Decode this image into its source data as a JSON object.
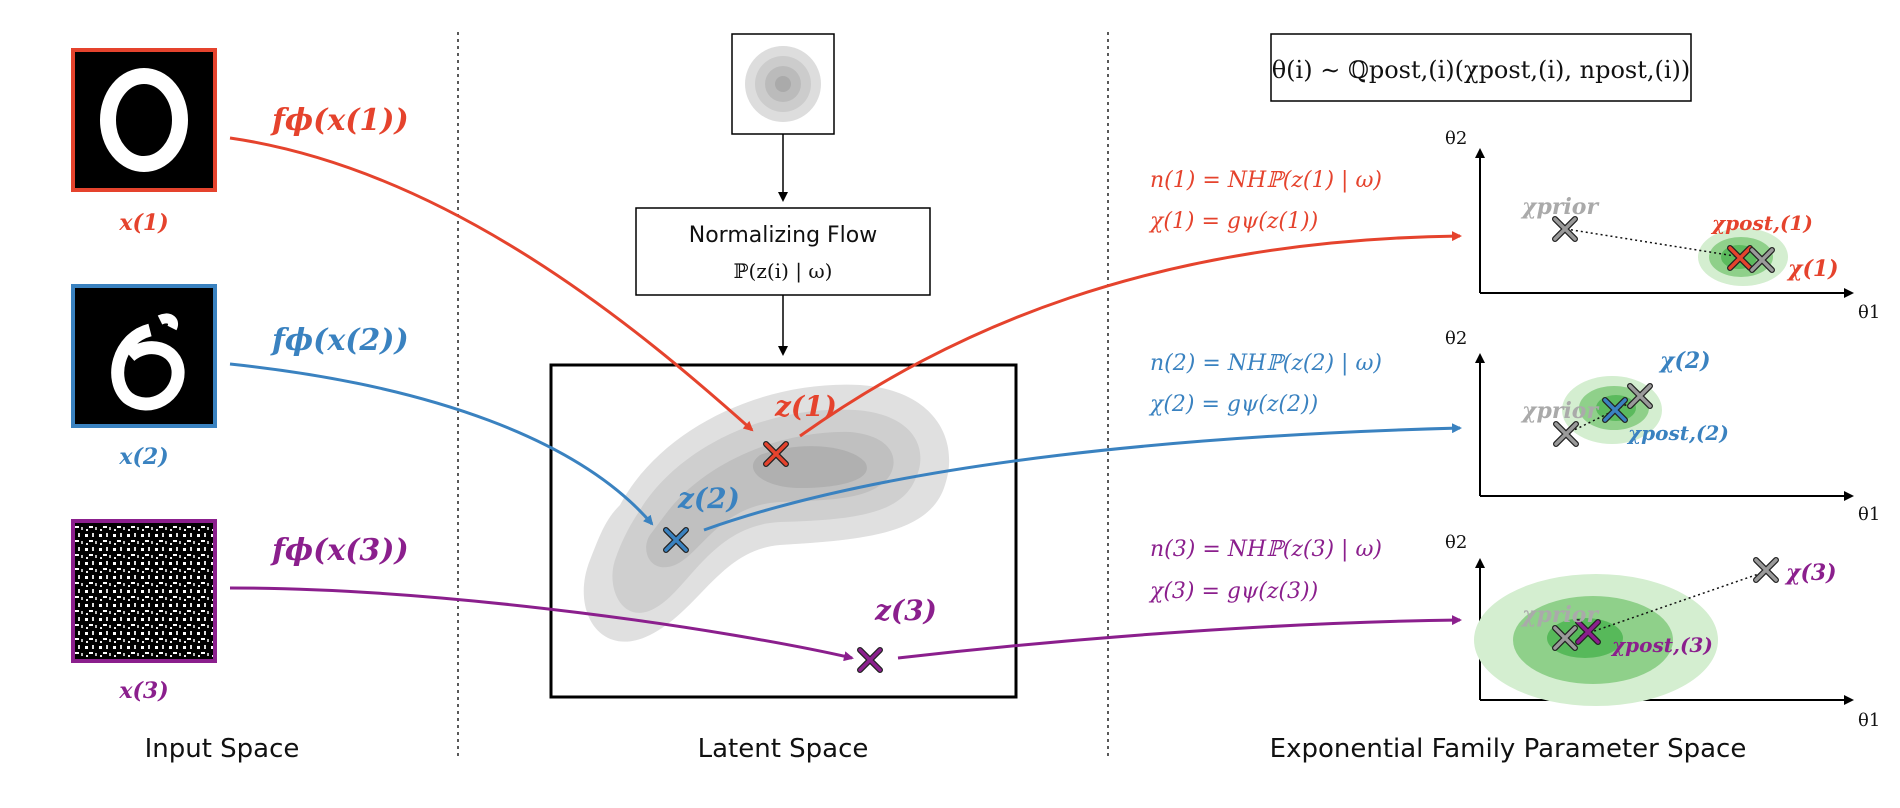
{
  "colors": {
    "red": "#e5432d",
    "blue": "#3a82c0",
    "purple": "#8b1f8d",
    "gray": "#999999",
    "green_dark": "#44b14a",
    "green_mid": "#8fd08a",
    "green_light": "#d4eed0"
  },
  "sections": {
    "input": "Input Space",
    "latent": "Latent Space",
    "param": "Exponential Family Parameter Space"
  },
  "inputs": [
    {
      "label": "x(1)",
      "func": "fϕ(x(1))"
    },
    {
      "label": "x(2)",
      "func": "fϕ(x(2))"
    },
    {
      "label": "x(3)",
      "func": "fϕ(x(3))"
    }
  ],
  "flow": {
    "title": "Normalizing Flow",
    "formula": "ℙ(z(i) | ω)"
  },
  "latent_points": [
    "z(1)",
    "z(2)",
    "z(3)"
  ],
  "posterior_formula": "θ(i) ∼ ℚpost,(i)(χpost,(i), npost,(i))",
  "plots": [
    {
      "n_eq": "n(1) = NHℙ(z(1) | ω)",
      "chi_eq": "χ(1) = gψ(z(1))",
      "prior": "χprior",
      "post": "χpost,(1)",
      "chi": "χ(1)",
      "xlabel": "θ1",
      "ylabel": "θ2"
    },
    {
      "n_eq": "n(2) = NHℙ(z(2) | ω)",
      "chi_eq": "χ(2) = gψ(z(2))",
      "prior": "χprior",
      "post": "χpost,(2)",
      "chi": "χ(2)",
      "xlabel": "θ1",
      "ylabel": "θ2"
    },
    {
      "n_eq": "n(3) = NHℙ(z(3) | ω)",
      "chi_eq": "χ(3) = gψ(z(3))",
      "prior": "χprior",
      "post": "χpost,(3)",
      "chi": "χ(3)",
      "xlabel": "θ1",
      "ylabel": "θ2"
    }
  ]
}
